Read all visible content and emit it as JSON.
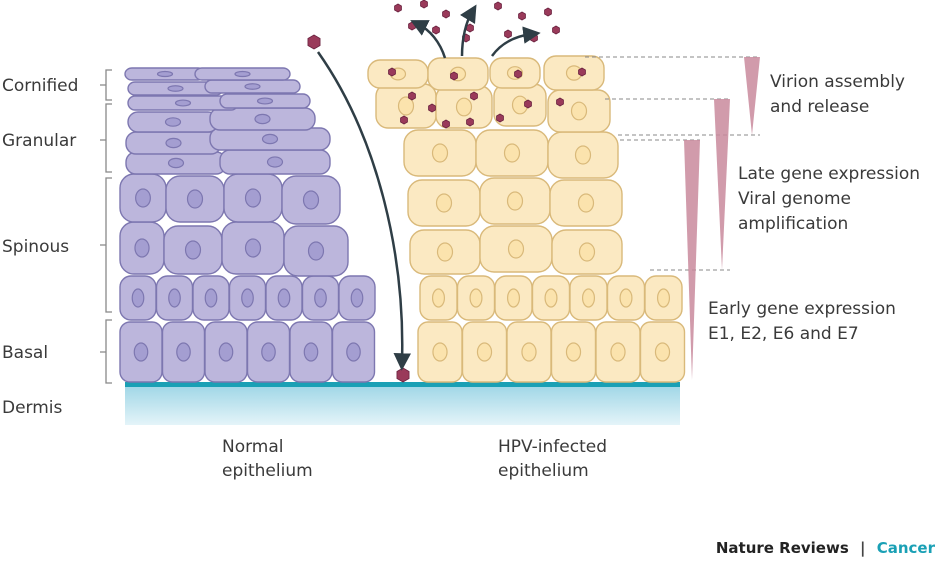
{
  "layers": {
    "cornified": "Cornified",
    "granular": "Granular",
    "spinous": "Spinous",
    "basal": "Basal",
    "dermis": "Dermis"
  },
  "normal": {
    "line1": "Normal",
    "line2": "epithelium"
  },
  "hpv": {
    "line1": "HPV-infected",
    "line2": "epithelium"
  },
  "stages": {
    "virion_1": "Virion assembly",
    "virion_2": "and release",
    "late_1": "Late gene expression",
    "late_2": "Viral genome",
    "late_3": "amplification",
    "early_1": "Early gene expression",
    "early_2": "E1, E2, E6 and E7"
  },
  "footer": {
    "journal": "Nature Reviews",
    "separator": "|",
    "section": "Cancer"
  },
  "colors": {
    "normal_cell": "#bcb6dc",
    "normal_stroke": "#7d77b0",
    "nucleus_normal": "#a49ed1",
    "hpv_cell": "#fbe9c2",
    "hpv_stroke": "#d9b97a",
    "virion": "#9a3a5a",
    "dermis": "#c3e6f0",
    "basement": "#1aa0b5",
    "wedge": "#c98a9c",
    "cancer_accent": "#1aa0b5"
  }
}
